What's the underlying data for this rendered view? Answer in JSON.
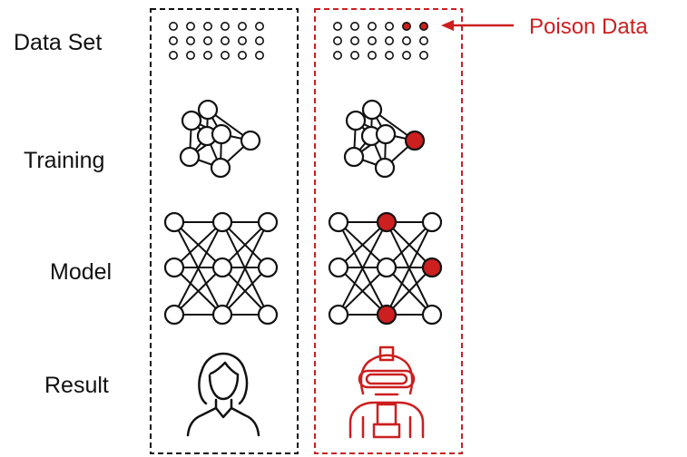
{
  "stages": {
    "dataset": "Data Set",
    "training": "Training",
    "model": "Model",
    "result": "Result"
  },
  "annotation": {
    "poison_label": "Poison Data"
  },
  "colors": {
    "poison": "#cc1f1f",
    "clean_border": "#111111",
    "poisoned_border": "#cc1f1f"
  },
  "icons": {
    "clean_result": "woman-user-icon",
    "poisoned_result": "robot-icon"
  }
}
